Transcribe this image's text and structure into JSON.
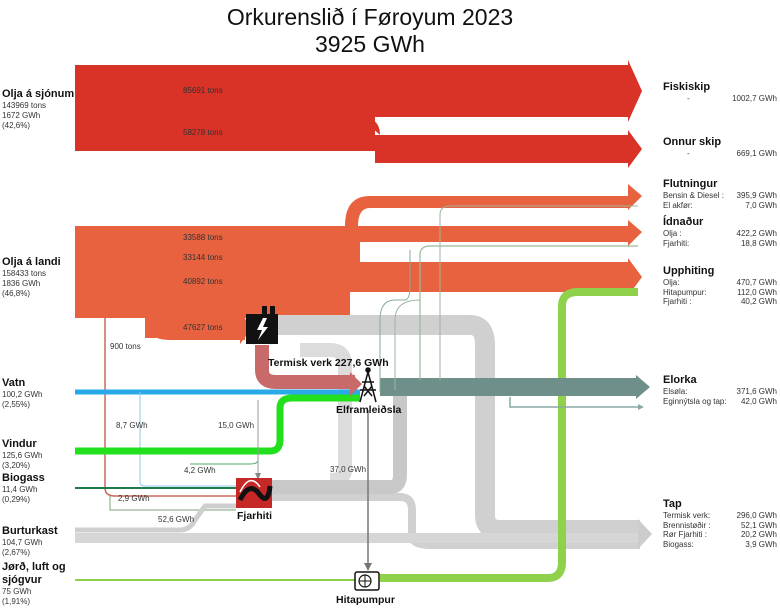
{
  "title": {
    "line1": "Orkurenslið í Føroyum 2023",
    "line2": "3925 GWh"
  },
  "sources": [
    {
      "name": "Olja á sjónum",
      "lines": [
        "143969 tons",
        "1672 GWh",
        "(42,6%)"
      ]
    },
    {
      "name": "Olja á landi",
      "lines": [
        "158433 tons",
        "1836 GWh",
        "(46,8%)"
      ]
    },
    {
      "name": "Vatn",
      "lines": [
        "100,2 GWh",
        "(2,55%)"
      ]
    },
    {
      "name": "Vindur",
      "lines": [
        "125,6 GWh",
        "(3,20%)"
      ]
    },
    {
      "name": "Biogass",
      "lines": [
        "11,4 GWh",
        "(0,29%)"
      ]
    },
    {
      "name": "Burturkast",
      "lines": [
        "104,7 GWh",
        "(2,67%)"
      ]
    },
    {
      "name": "Jørð, luft og sjógvur",
      "lines": [
        "75 GWh",
        "(1,91%)"
      ]
    }
  ],
  "destinations": {
    "fiskiskip": {
      "name": "Fiskiskip",
      "rows": [
        [
          "-",
          "1002,7 GWh"
        ]
      ]
    },
    "onnur_skip": {
      "name": "Onnur skip",
      "rows": [
        [
          "-",
          "669,1 GWh"
        ]
      ]
    },
    "flutningur": {
      "name": "Flutningur",
      "rows": [
        [
          "Bensin & Diesel :",
          "395,9 GWh"
        ],
        [
          "El akfør:",
          "7,0 GWh"
        ]
      ]
    },
    "idnadur": {
      "name": "Ídnaður",
      "rows": [
        [
          "Olja :",
          "422,2 GWh"
        ],
        [
          "Fjarhiti:",
          "18,8 GWh"
        ]
      ]
    },
    "upphiting": {
      "name": "Upphiting",
      "rows": [
        [
          "Olja:",
          "470,7 GWh"
        ],
        [
          "Hitapumpur:",
          "112,0 GWh"
        ],
        [
          "Fjarhiti :",
          "40,2 GWh"
        ]
      ]
    },
    "elorka": {
      "name": "Elorka",
      "rows": [
        [
          "Elsøla:",
          "371,6 GWh"
        ],
        [
          "Eginnýtsla og tap:",
          "42,0 GWh"
        ]
      ]
    },
    "tap": {
      "name": "Tap",
      "rows": [
        [
          "Termisk verk:",
          "296,0 GWh"
        ],
        [
          "Brennistøðir :",
          "52,1 GWh"
        ],
        [
          "Rør Fjarhiti :",
          "20,2 GWh"
        ],
        [
          "Biogass:",
          "3,9 GWh"
        ]
      ]
    }
  },
  "flow_labels": {
    "f85691": "85691 tons",
    "f58278": "58278 tons",
    "f33588": "33588 tons",
    "f33144": "33144 tons",
    "f40892": "40892 tons",
    "f47627": "47627 tons",
    "f900": "900 tons",
    "vatn": "8,7 GWh",
    "vindur": "15,0 GWh",
    "vind42": "4,2 GWh",
    "bio29": "2,9 GWh",
    "burt526": "52,6 GWh",
    "elhp": "37,0 GWh"
  },
  "nodes": {
    "termisk": "Termisk verk 227,6 GWh",
    "elfram": "Elframleiðsla",
    "fjarhiti": "Fjarhiti",
    "hitapumpur": "Hitapumpur"
  },
  "colors": {
    "oil_sea": "#d93227",
    "oil_land": "#e8623f",
    "water": "#2aa9e8",
    "wind": "#22e01e",
    "biogas": "#1f7a4a",
    "waste": "#bdbdbd",
    "ground": "#8fd14b",
    "electric": "#6f8f8a",
    "loss": "#cfcfcf",
    "thermal": "#c86a6a"
  }
}
